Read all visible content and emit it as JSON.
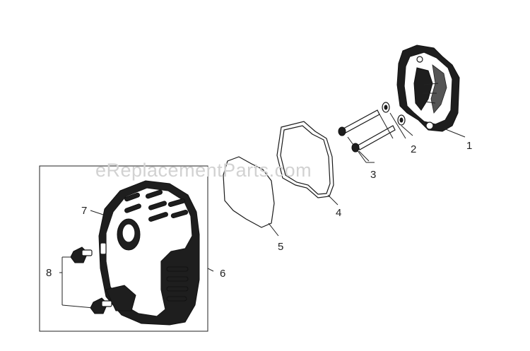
{
  "watermark": "eReplacementParts.com",
  "callouts": {
    "c1": "1",
    "c2": "2",
    "c3": "3",
    "c4": "4",
    "c5": "5",
    "c6": "6",
    "c7": "7",
    "c8": "8"
  },
  "parts": [
    "cylinder-cover-base",
    "washer",
    "bolt",
    "gasket",
    "filter-pad",
    "shroud-assembly",
    "shroud",
    "knob"
  ],
  "colors": {
    "line": "#222222",
    "part_fill": "#1e1e1e",
    "watermark": "#d2d2d2",
    "background": "#ffffff"
  }
}
